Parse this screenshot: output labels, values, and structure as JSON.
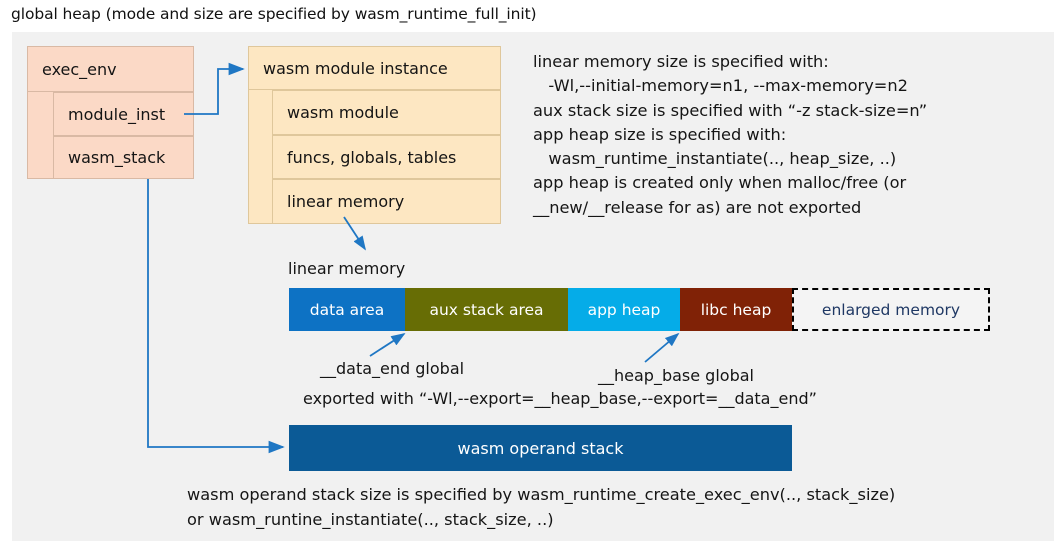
{
  "title": "global heap (mode and size are specified by wasm_runtime_full_init)",
  "colors": {
    "canvas_bg": "#f1f1f1",
    "exec_env_fill": "#fbd9c6",
    "exec_env_border": "#d9b9a4",
    "module_fill": "#fde7c2",
    "module_border": "#dfc79b",
    "arrow": "#1f77c4",
    "data_area": "#0d72c4",
    "aux_stack_area": "#676d05",
    "app_heap": "#05ace8",
    "libc_heap": "#802206",
    "enlarged_memory_fill": "#f4f4f4",
    "enlarged_memory_text": "#1f3864",
    "operand_stack": "#0b5a96"
  },
  "exec_env": {
    "header": "exec_env",
    "rows": [
      {
        "label": "module_inst"
      },
      {
        "label": "wasm_stack"
      }
    ]
  },
  "module_instance": {
    "header": "wasm module instance",
    "rows": [
      {
        "label": "wasm module"
      },
      {
        "label": "funcs, globals, tables"
      },
      {
        "label": "linear memory"
      }
    ]
  },
  "runtime_notes": "linear memory size is specified with:\n   -Wl,--initial-memory=n1, --max-memory=n2\naux stack size is specified with “-z stack-size=n”\napp heap size is specified with:\n   wasm_runtime_instantiate(.., heap_size, ..)\napp heap is created only when malloc/free (or\n__new/__release for as) are not exported",
  "linear_memory": {
    "caption": "linear memory",
    "segments": [
      {
        "label": "data area",
        "color": "#0d72c4",
        "width": 116,
        "style": "solid"
      },
      {
        "label": "aux stack area",
        "color": "#676d05",
        "width": 163,
        "style": "solid"
      },
      {
        "label": "app heap",
        "color": "#05ace8",
        "width": 112,
        "style": "solid"
      },
      {
        "label": "libc heap",
        "color": "#802206",
        "width": 112,
        "style": "solid"
      },
      {
        "label": "enlarged memory",
        "color": "#f4f4f4",
        "width": 198,
        "style": "dashed"
      }
    ],
    "callouts": {
      "data_end": "__data_end global",
      "heap_base": "__heap_base global",
      "exported_with": "exported with “-Wl,--export=__heap_base,--export=__data_end”"
    }
  },
  "operand_stack": {
    "label": "wasm operand stack",
    "notes": "wasm operand stack size is specified by wasm_runtime_create_exec_env(.., stack_size)\nor wasm_runtine_instantiate(.., stack_size, ..)"
  }
}
